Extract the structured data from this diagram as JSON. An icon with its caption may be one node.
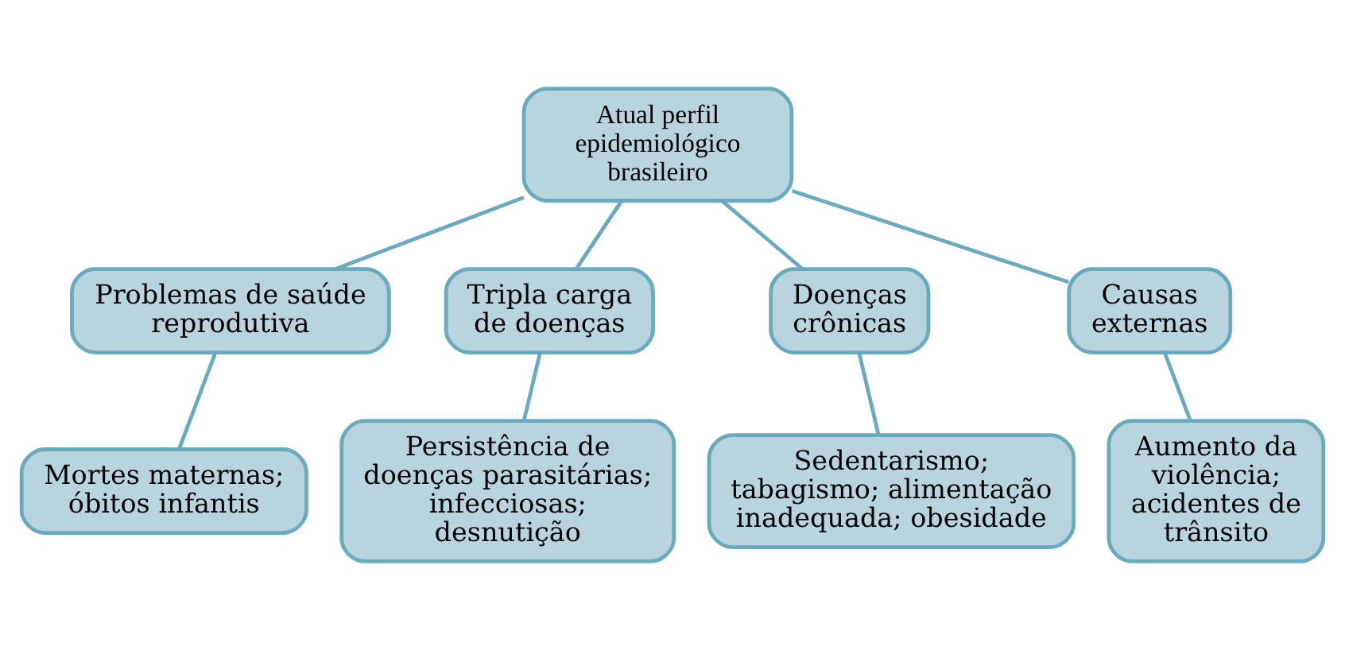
{
  "diagram": {
    "nodes": [
      {
        "text": [
          "Atual perfil epidemiológico brasileiro"
        ]
      },
      {
        "text": [
          "Problemas de saúde reprodutiva"
        ]
      },
      {
        "text": [
          "Tripla carga de doenças"
        ]
      },
      {
        "text": [
          "Doenças crônicas"
        ]
      },
      {
        "text": [
          "Causas externas"
        ]
      },
      {
        "text": [
          "Mortes maternas; óbitos infantis"
        ]
      },
      {
        "text": [
          "Persistência de doenças parasitárias; infecciosas; desnutição"
        ]
      },
      {
        "text": [
          "Sedentarismo; tabagismo; alimentação inadequada; obesidade"
        ]
      },
      {
        "text": [
          "Aumento da violência; acidentes de trânsito"
        ]
      }
    ],
    "edges": [
      {
        "from": 0,
        "to": 1,
        "arrow": "none"
      },
      {
        "from": 0,
        "to": 2,
        "arrow": "none"
      },
      {
        "from": 0,
        "to": 3,
        "arrow": "none"
      },
      {
        "from": 0,
        "to": 4,
        "arrow": "none"
      },
      {
        "from": 1,
        "to": 5,
        "arrow": "none"
      },
      {
        "from": 2,
        "to": 6,
        "arrow": "none"
      },
      {
        "from": 3,
        "to": 7,
        "arrow": "none"
      },
      {
        "from": 4,
        "to": 8,
        "arrow": "none"
      }
    ]
  }
}
